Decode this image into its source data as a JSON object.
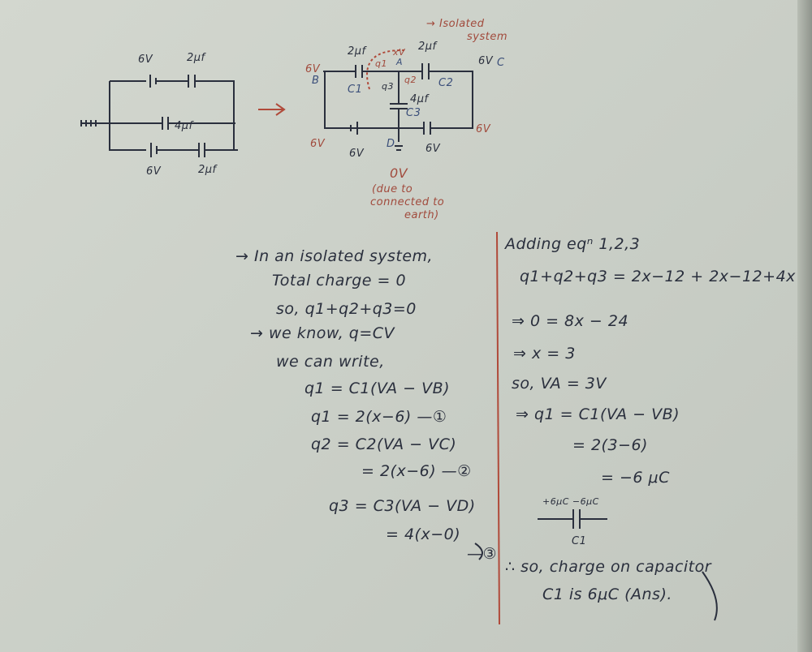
{
  "circuit_left": {
    "labels": [
      "6V",
      "2μf",
      "4μf",
      "6V",
      "2μf"
    ]
  },
  "circuit_right": {
    "cap_labels": [
      "2μf",
      "2μf",
      "4μf"
    ],
    "cap_names": [
      "C1",
      "C2",
      "C3"
    ],
    "charges": [
      "q1",
      "q2",
      "q3"
    ],
    "node_labels": [
      "B",
      "C",
      "A",
      "D"
    ],
    "node_voltages": [
      "6V",
      "6V",
      "6V",
      "6V",
      "xV"
    ],
    "battery_labels": [
      "6V",
      "6V"
    ],
    "ground_voltage": "0V",
    "ground_note": [
      "(due to",
      "connected to",
      "earth)"
    ],
    "isolated_note": [
      "→ Isolated",
      "system"
    ]
  },
  "left_column": [
    "→ In an isolated system,",
    "Total charge = 0",
    "so, q1+q2+q3=0",
    "→ we know, q=CV",
    "we can write,",
    "q1 = C1(VA − VB)",
    "q1 = 2(x−6) —①",
    "q2 = C2(VA − VC)",
    "= 2(x−6) —②",
    "q3 = C3(VA − VD)",
    "= 4(x−0)",
    "—③"
  ],
  "right_column": [
    "Adding eqⁿ 1,2,3",
    "q1+q2+q3 = 2x−12 + 2x−12+4x",
    "⇒ 0 = 8x − 24",
    "⇒ x = 3",
    "so, VA = 3V",
    "⇒ q1 = C1(VA − VB)",
    "= 2(3−6)",
    "= −6 μC",
    "+6μC  −6μC",
    "C1",
    "∴ so, charge on capacitor",
    "C1 is 6μC (Ans)."
  ],
  "colors": {
    "paper": "#cdd2ca",
    "ink": "#2a2f3d",
    "red_ink": "#a14a3c"
  }
}
